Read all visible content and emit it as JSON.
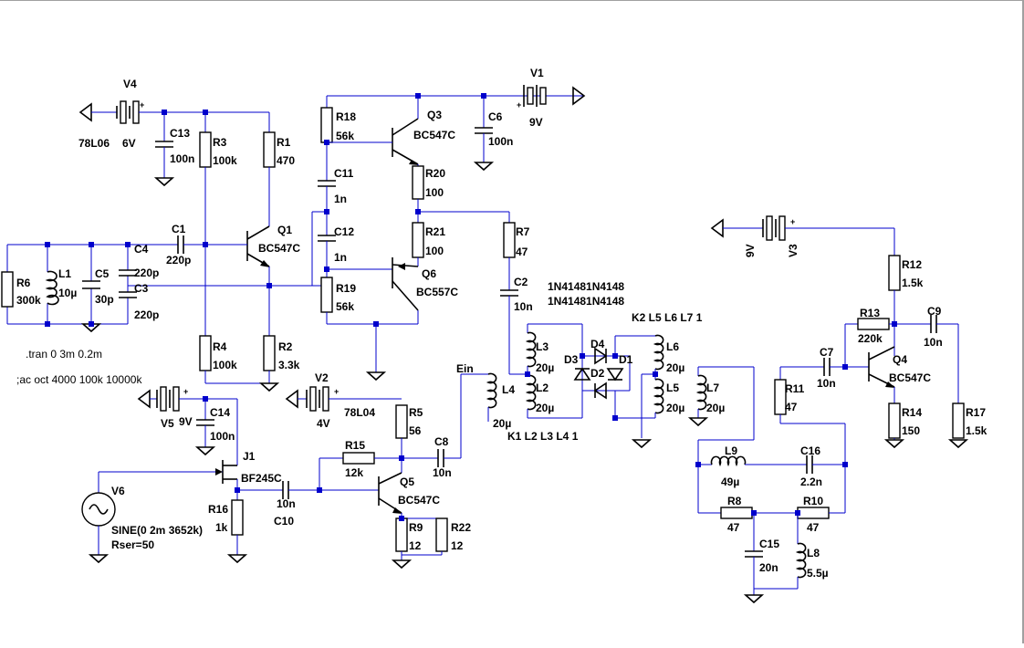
{
  "window": {
    "title": ""
  },
  "colors": {
    "wire": "#0000cc",
    "component": "#000000",
    "background": "#ffffff",
    "window_frame": "#a0a0a0"
  },
  "labels": {
    "V4": "V4",
    "V4_reg": "78L06",
    "V4_val": "6V",
    "C13": "C13",
    "C13_val": "100n",
    "R3": "R3",
    "R3_val": "100k",
    "R1": "R1",
    "R1_val": "470",
    "Q1": "Q1",
    "Q1_type": "BC547C",
    "C1": "C1",
    "C1_val": "220p",
    "R6": "R6",
    "R6_val": "300k",
    "L1": "L1",
    "L1_val": "10µ",
    "C5": "C5",
    "C5_val": "30p",
    "C4": "C4",
    "C4_val": "220p",
    "C3": "C3",
    "C3_val": "220p",
    "R4": "R4",
    "R4_val": "100k",
    "R2": "R2",
    "R2_val": "3.3k",
    "tran": ".tran 0 3m 0.2m",
    "ac": ";ac oct 4000 100k 10000k",
    "R18": "R18",
    "R18_val": "56k",
    "Q3": "Q3",
    "Q3_type": "BC547C",
    "C11": "C11",
    "C11_val": "1n",
    "C12": "C12",
    "C12_val": "1n",
    "R19": "R19",
    "R19_val": "56k",
    "R20": "R20",
    "R20_val": "100",
    "R21": "R21",
    "R21_val": "100",
    "Q6": "Q6",
    "Q6_type": "BC557C",
    "V1": "V1",
    "V1_val": "9V",
    "C6": "C6",
    "C6_val": "100n",
    "R7": "R7",
    "R7_val": "47",
    "C2": "C2",
    "C2_val": "10n",
    "diode_models_1": "1N41481N4148",
    "diode_models_2": "1N41481N4148",
    "k2": "K2 L5 L6 L7 1",
    "k1": "K1 L2 L3 L4 1",
    "L3": "L3",
    "L3_val": "20µ",
    "L2": "L2",
    "L2_val": "20µ",
    "L4": "L4",
    "L4_val": "20µ",
    "Ein": "Ein",
    "D1": "D1",
    "D2": "D2",
    "D3": "D3",
    "D4": "D4",
    "L6": "L6",
    "L6_val": "20µ",
    "L5": "L5",
    "L5_val": "20µ",
    "L7": "L7",
    "L7_val": "20µ",
    "V3": "V3",
    "V3_val": "9V",
    "R12": "R12",
    "R12_val": "1.5k",
    "R13": "R13",
    "R13_val": "220k",
    "C9": "C9",
    "C9_val": "10n",
    "C7": "C7",
    "C7_val": "10n",
    "Q4": "Q4",
    "Q4_type": "BC547C",
    "R11": "R11",
    "R11_val": "47",
    "R14": "R14",
    "R14_val": "150",
    "R17": "R17",
    "R17_val": "1.5k",
    "V5": "V5",
    "V5_val": "9V",
    "C14": "C14",
    "C14_val": "100n",
    "J1": "J1",
    "J1_type": "BF245C",
    "V2": "V2",
    "V2_val": "4V",
    "V2_reg": "78L04",
    "R5": "R5",
    "R5_val": "56",
    "C8": "C8",
    "C8_val": "10n",
    "R15": "R15",
    "R15_val": "12k",
    "Q5": "Q5",
    "Q5_type": "BC547C",
    "V6": "V6",
    "V6_src": "SINE(0 2m 3652k)",
    "V6_rser": "Rser=50",
    "R16": "R16",
    "R16_val": "1k",
    "C10": "C10",
    "C10_val": "10n",
    "R9": "R9",
    "R9_val": "12",
    "R22": "R22",
    "R22_val": "12",
    "L9": "L9",
    "L9_val": "49µ",
    "C16": "C16",
    "C16_val": "2.2n",
    "R8": "R8",
    "R8_val": "47",
    "R10": "R10",
    "R10_val": "47",
    "C15": "C15",
    "C15_val": "20n",
    "L8": "L8",
    "L8_val": "5.5µ"
  }
}
